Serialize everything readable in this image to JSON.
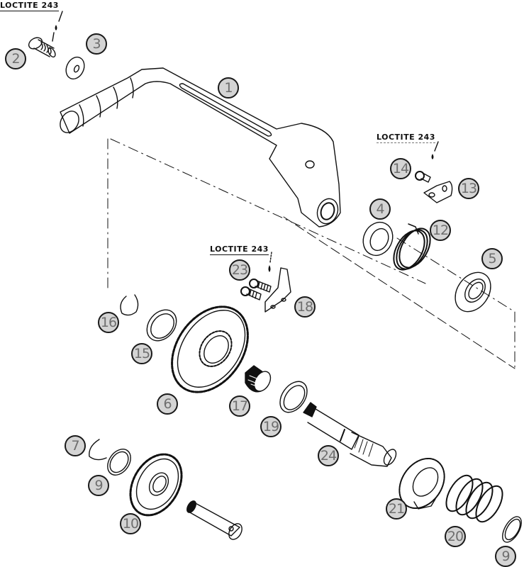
{
  "diagram": {
    "title": "Kickstarter exploded view",
    "notes": [
      {
        "id": "loctite-top-left",
        "text": "LOCTITE 243"
      },
      {
        "id": "loctite-right",
        "text": "LOCTITE 243"
      },
      {
        "id": "loctite-center",
        "text": "LOCTITE 243"
      }
    ],
    "callouts": [
      {
        "number": "1",
        "part": "kick-lever"
      },
      {
        "number": "2",
        "part": "countersunk-screw"
      },
      {
        "number": "3",
        "part": "washer"
      },
      {
        "number": "4",
        "part": "bushing-ring"
      },
      {
        "number": "5",
        "part": "spring-plate-washer"
      },
      {
        "number": "6",
        "part": "kickstarter-gear"
      },
      {
        "number": "7",
        "part": "circlip"
      },
      {
        "number": "9",
        "part": "thrust-washer"
      },
      {
        "number": "9",
        "part": "thrust-washer-lower"
      },
      {
        "number": "10",
        "part": "intermediate-gear"
      },
      {
        "number": "12",
        "part": "torsion-spring"
      },
      {
        "number": "13",
        "part": "bracket"
      },
      {
        "number": "14",
        "part": "hex-screw"
      },
      {
        "number": "15",
        "part": "washer-gear"
      },
      {
        "number": "16",
        "part": "circlip-gear"
      },
      {
        "number": "17",
        "part": "needle-bearing"
      },
      {
        "number": "18",
        "part": "stop-plate"
      },
      {
        "number": "19",
        "part": "washer-shaft"
      },
      {
        "number": "20",
        "part": "compression-spring"
      },
      {
        "number": "21",
        "part": "ratchet-wheel"
      },
      {
        "number": "23",
        "part": "screws"
      },
      {
        "number": "24",
        "part": "kickstarter-shaft"
      }
    ],
    "colors": {
      "callout_fill": "#d4d4d4",
      "callout_text": "#6e6e6e",
      "line": "#111111"
    }
  }
}
